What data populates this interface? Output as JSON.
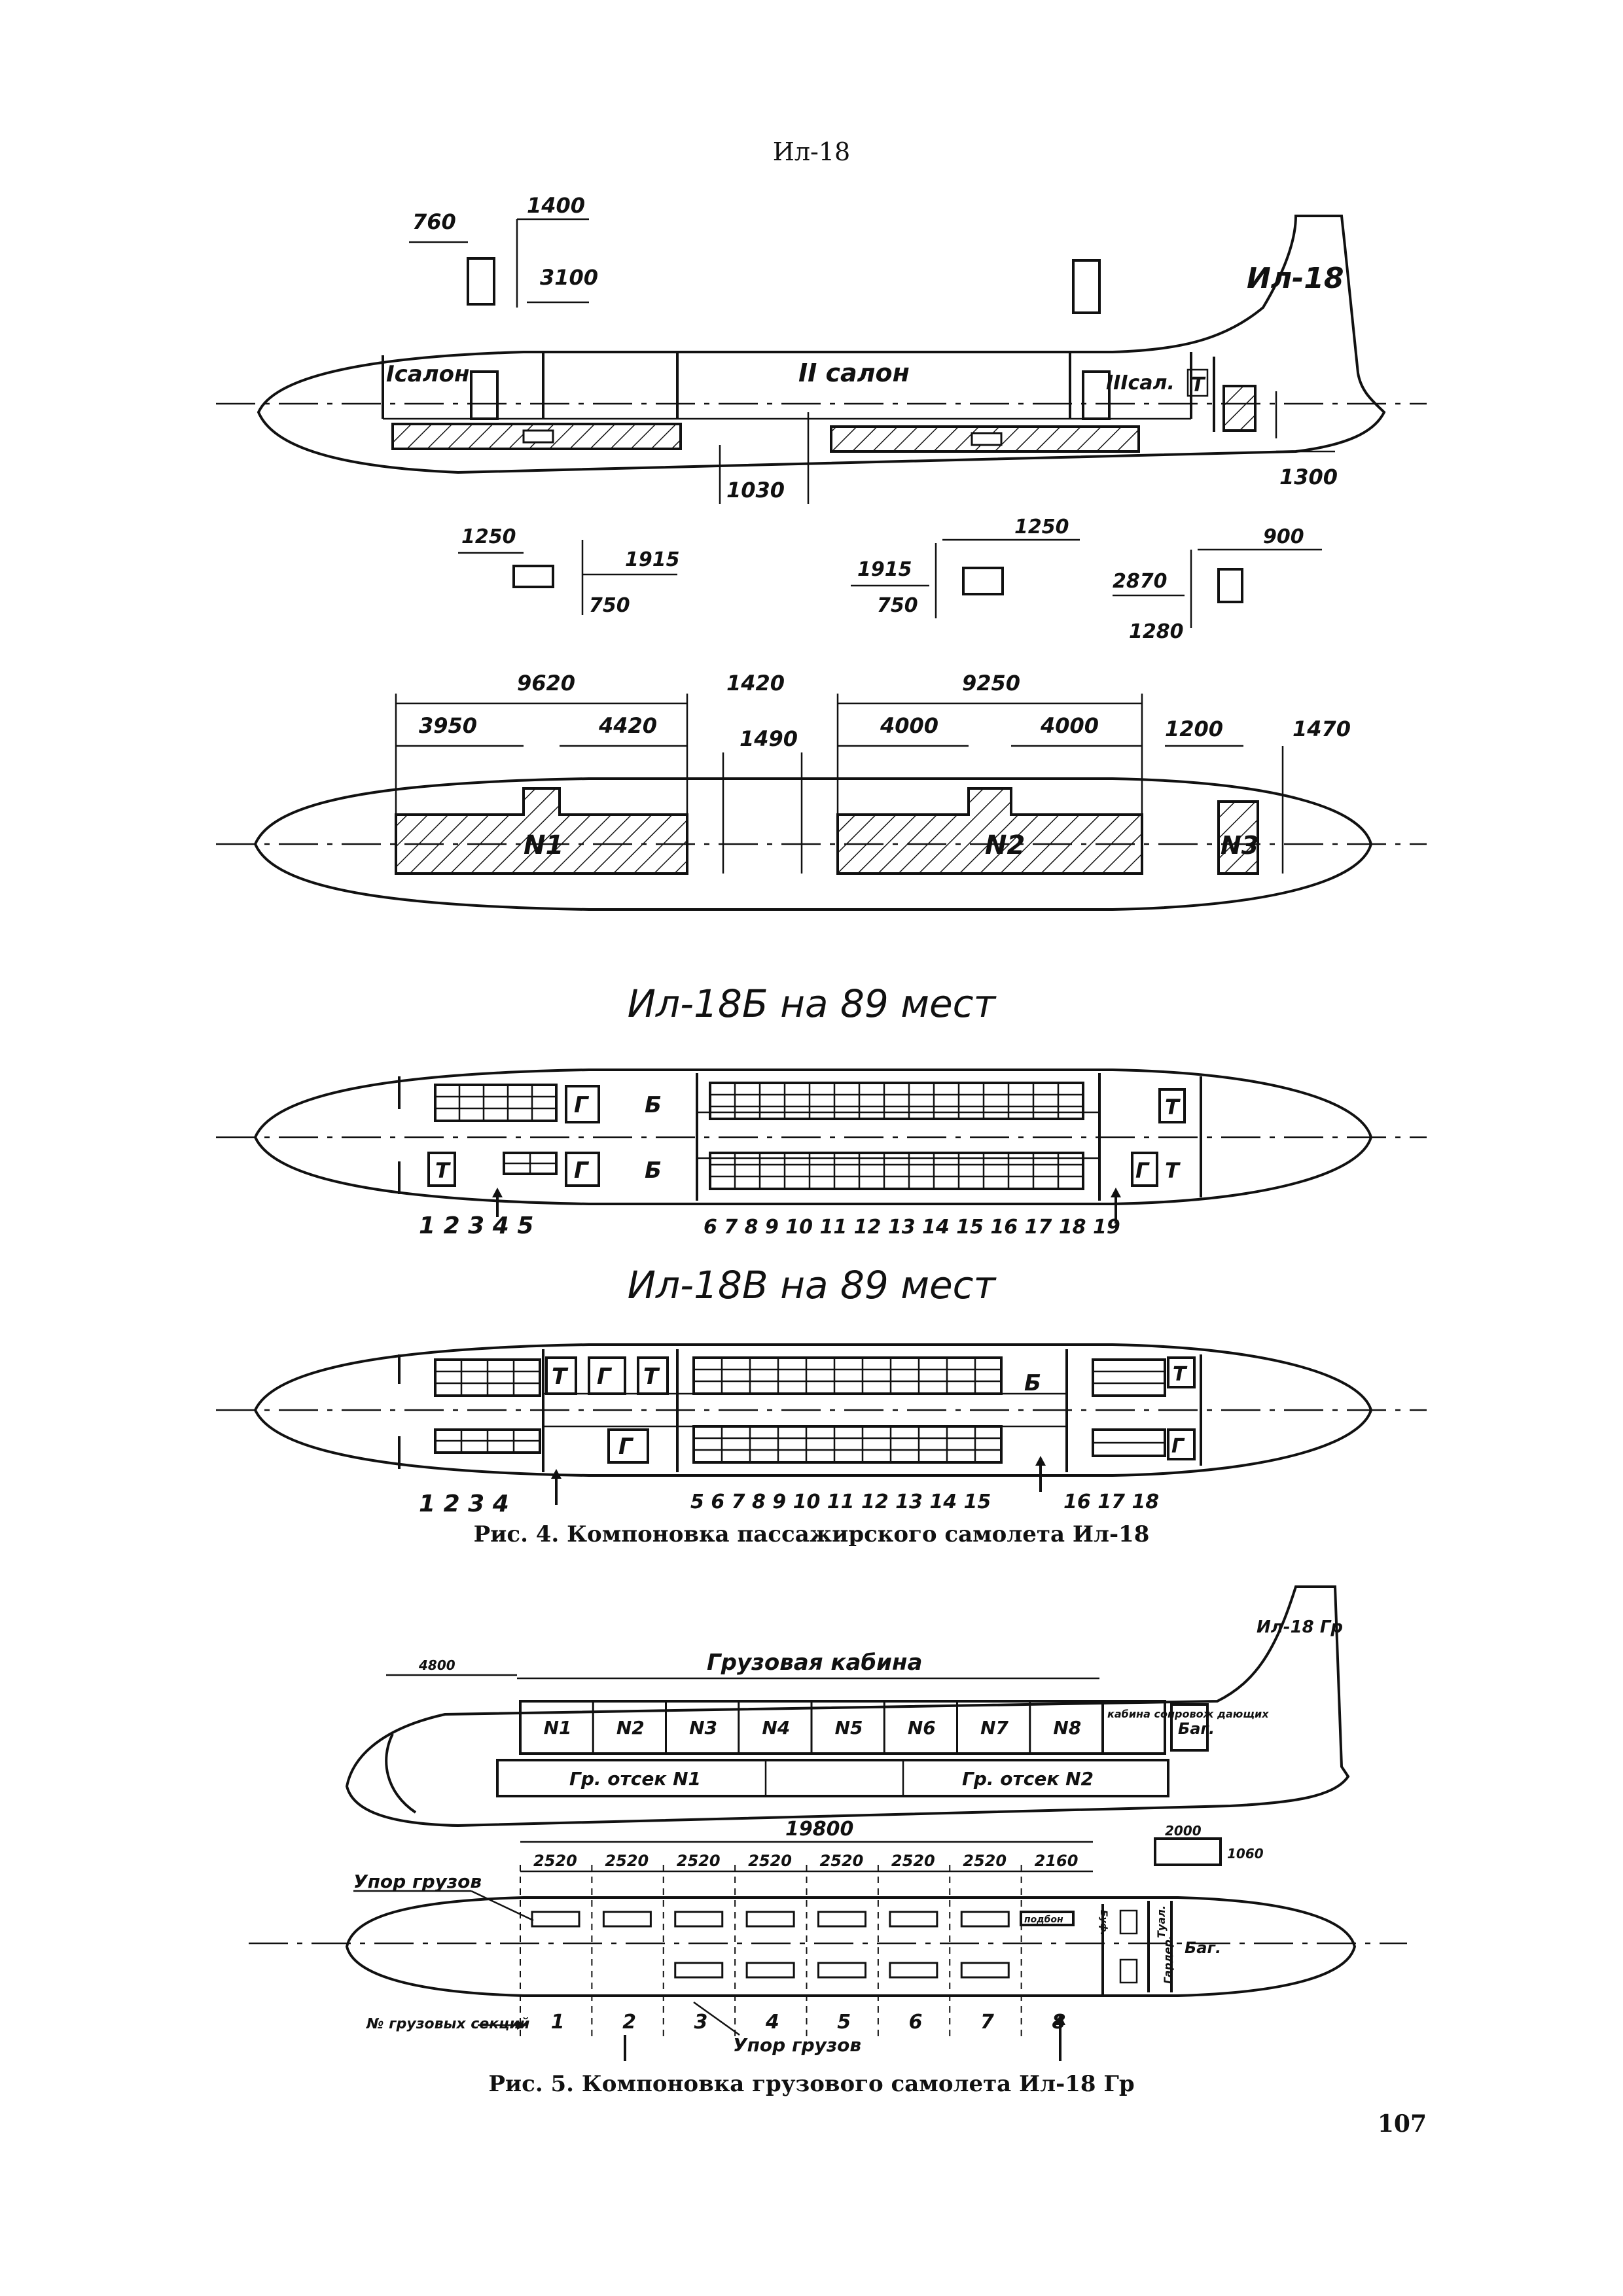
{
  "page": {
    "header": "Ил-18",
    "page_number": "107"
  },
  "fig4": {
    "side_view": {
      "tail_label": "Ил-18",
      "salon1": "Iсалон",
      "salon2": "II салон",
      "salon3": "IIIсал.",
      "toilet": "Т",
      "dims": {
        "d760": "760",
        "d1400": "1400",
        "d3100": "3100",
        "d1030": "1030",
        "d1300": "1300",
        "d1250a": "1250",
        "d1915a": "1915",
        "d750a": "750",
        "d1250b": "1250",
        "d1915b": "1915",
        "d750b": "750",
        "d900": "900",
        "d2870": "2870",
        "d1280": "1280"
      }
    },
    "cargo_plan": {
      "hold1": "N1",
      "hold2": "N2",
      "hold3": "N3",
      "dims": {
        "d9620": "9620",
        "d3950": "3950",
        "d4420": "4420",
        "d1420": "1420",
        "d1490": "1490",
        "d9250": "9250",
        "d4000a": "4000",
        "d4000b": "4000",
        "d1200": "1200",
        "d1470": "1470"
      }
    },
    "layout_b": {
      "title": "Ил-18Б на 89 мест",
      "labels": {
        "g": "Г",
        "b": "Б",
        "t": "Т"
      },
      "rows_left": "1 2 3 4 5",
      "rows_right": "6 7 8 9 10 11 12 13 14 15 16 17 18 19"
    },
    "layout_v": {
      "title": "Ил-18В на 89 мест",
      "labels": {
        "g": "Г",
        "b": "Б",
        "t": "Т"
      },
      "rows_left": "1 2 3 4",
      "rows_mid": "5 6 7 8 9 10 11 12 13 14 15",
      "rows_right": "16 17 18"
    },
    "caption": "Рис. 4. Компоновка пассажирского самолета Ил-18"
  },
  "fig5": {
    "tail_label": "Ил-18 Гр",
    "cabin_label": "Грузовая кабина",
    "dim_4800": "4800",
    "compartments": [
      "N1",
      "N2",
      "N3",
      "N4",
      "N5",
      "N6",
      "N7",
      "N8"
    ],
    "escort_cabin": "кабина сопровож дающих",
    "baggage": "Баг.",
    "hold1": "Гр. отсек N1",
    "hold2": "Гр. отсек N2",
    "total_dim": "19800",
    "section_dims": [
      "2520",
      "2520",
      "2520",
      "2520",
      "2520",
      "2520",
      "2520",
      "2160"
    ],
    "door_w": "2000",
    "door_h": "1060",
    "stop_label_top": "Упор грузов",
    "stop_label_bottom": "Упор грузов",
    "sections_label": "№ грузовых секций",
    "section_numbers": [
      "1",
      "2",
      "3",
      "4",
      "5",
      "6",
      "7",
      "8"
    ],
    "wardrobe": "Гардер.",
    "buffet": "Буф.",
    "toilet": "Туал.",
    "podbon": "подбон",
    "caption": "Рис. 5. Компоновка грузового самолета Ил-18 Гр"
  }
}
